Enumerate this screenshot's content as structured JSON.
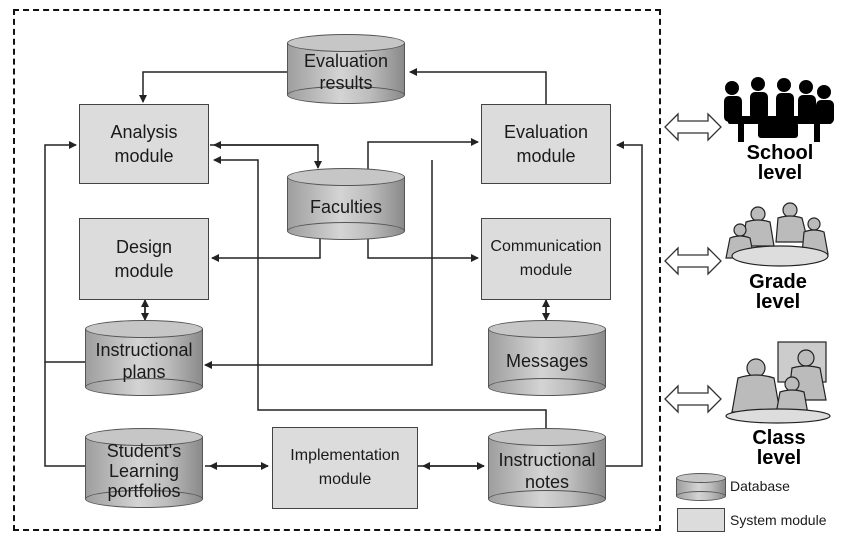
{
  "modules": {
    "analysis": "Analysis\nmodule",
    "evaluation": "Evaluation\nmodule",
    "design": "Design\nmodule",
    "communication": "Communication\nmodule",
    "implementation": "Implementation\nmodule"
  },
  "databases": {
    "evaluation_results": "Evaluation\nresults",
    "faculties": "Faculties",
    "instructional_plans": "Instructional\nplans",
    "messages": "Messages",
    "portfolios": "Student's\nLearning\nportfolios",
    "instructional_notes": "Instructional\nnotes"
  },
  "levels": {
    "school": "School\nlevel",
    "grade": "Grade\nlevel",
    "class": "Class\nlevel"
  },
  "legend": {
    "database": "Database",
    "system_module": "System module"
  },
  "icons": {
    "school": "meeting-silhouette-icon",
    "grade": "group-discussion-icon",
    "class": "teacher-students-icon"
  },
  "colors": {
    "module_fill": "#dcdcdc",
    "database_fill": "#bdbdbd",
    "line": "#222222"
  }
}
